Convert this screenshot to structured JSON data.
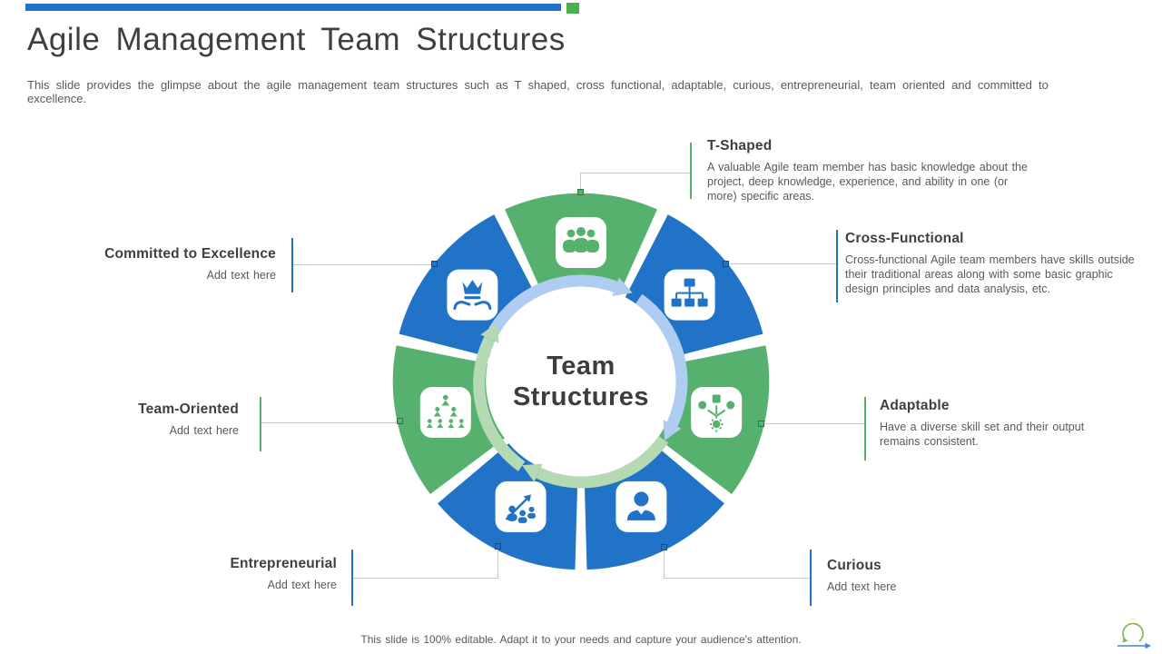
{
  "slide": {
    "title": "Agile Management Team Structures",
    "subtitle": "This slide provides the glimpse about the agile management team structures such as T shaped, cross functional, adaptable, curious, entrepreneurial,  team oriented and committed to excellence.",
    "footer": "This slide is 100% editable. Adapt it to your needs and capture your audience's attention."
  },
  "colors": {
    "blue": "#2173c7",
    "green": "#57b16e",
    "light_blue": "#aecdf0",
    "light_green": "#b5d9b3",
    "bar_blue": "#1e72c8",
    "bar_green": "#4caf50",
    "heading": "#3f3f3f",
    "body": "#595959",
    "connector": "#c9c9c9"
  },
  "center": {
    "line1": "Team",
    "line2": "Structures"
  },
  "segments": [
    {
      "label": "T-Shaped",
      "color": "green",
      "icon": "team-group-icon"
    },
    {
      "label": "Cross-Functional",
      "color": "blue",
      "icon": "org-chart-icon"
    },
    {
      "label": "Adaptable",
      "color": "green",
      "icon": "adapt-shapes-gear-icon"
    },
    {
      "label": "Curious",
      "color": "blue",
      "icon": "person-bust-icon"
    },
    {
      "label": "Entrepreneurial",
      "color": "blue",
      "icon": "growth-arrow-people-icon"
    },
    {
      "label": "Team-Oriented",
      "color": "green",
      "icon": "team-hierarchy-icon"
    },
    {
      "label": "Committed to Excellence",
      "color": "blue",
      "icon": "hands-crown-icon"
    }
  ],
  "callouts": {
    "t_shaped": {
      "title": "T-Shaped",
      "body": "A valuable  Agile team member has basic knowledge about the project,  deep knowledge,  experience,  and ability in one (or more)  specific areas."
    },
    "cross_functional": {
      "title": "Cross-Functional",
      "body": "Cross-functional  Agile team members have  skills outside their traditional areas along with some basic graphic design principles and data analysis, etc."
    },
    "adaptable": {
      "title": "Adaptable",
      "body": "Have  a diverse  skill set and their output remains  consistent."
    },
    "curious": {
      "title": "Curious",
      "body": "Add text here"
    },
    "entrepreneurial": {
      "title": "Entrepreneurial",
      "body": "Add text here"
    },
    "team_oriented": {
      "title": "Team-Oriented",
      "body": "Add text here"
    },
    "committed": {
      "title": "Committed to Excellence",
      "body": "Add text here"
    }
  }
}
